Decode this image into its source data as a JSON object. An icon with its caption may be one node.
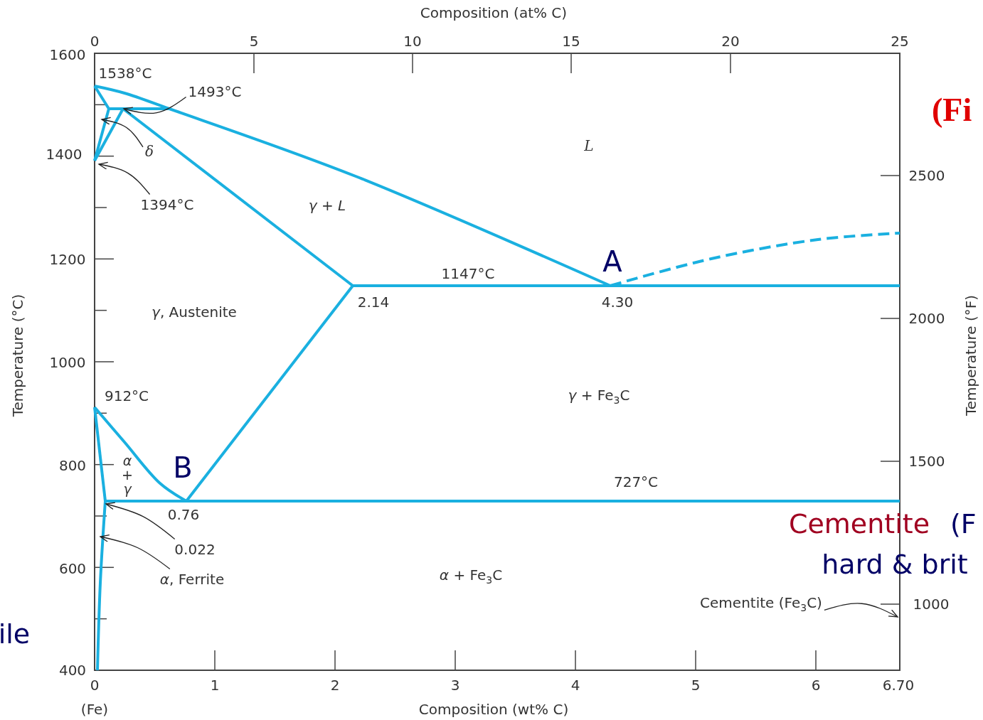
{
  "diagram": {
    "nodes": [
      {
        "text": [
          "1493°C"
        ]
      },
      {
        "text": [
          "δ"
        ]
      },
      {
        "text": [
          "1394°C"
        ]
      },
      {
        "text": [
          "0.022"
        ]
      },
      {
        "text": [
          "*α*, Ferrite"
        ]
      },
      {
        "text": [
          "Cementite (Fe$_{3}$C)"
        ]
      }
    ],
    "edges": [
      {
        "from": 0,
        "to": null,
        "arrow": "to"
      },
      {
        "from": 1,
        "to": null,
        "arrow": "to"
      },
      {
        "from": 2,
        "to": null,
        "arrow": "to"
      },
      {
        "from": 3,
        "to": null,
        "arrow": "to"
      },
      {
        "from": 4,
        "to": null,
        "arrow": "to"
      },
      {
        "from": 5,
        "to": null,
        "arrow": "to"
      }
    ],
    "labels": [
      "Composition (at% C)",
      "0",
      "5",
      "10",
      "15",
      "20",
      "25",
      "1600",
      "1538°C",
      "(Fi",
      "L",
      "1400",
      "2500",
      "*γ* + *L*",
      "1200",
      "A",
      "1147°C",
      "2.14",
      "4.30",
      "*γ*, Austenite",
      "2000",
      "Temperature (°C)",
      "Temperature (°F)",
      "1000",
      "912°C",
      "*γ* + Fe$_{3}$C",
      "800",
      "*α* + *γ*",
      "B",
      "1500",
      "727°C",
      "0.76",
      "Cementite",
      "(F",
      "600",
      "hard & brit",
      "*α* + Fe$_{3}$C",
      "ile",
      "1000",
      "400",
      "0",
      "1",
      "2",
      "3",
      "4",
      "5",
      "6",
      "6.70",
      "(Fe)",
      "Composition (wt% C)"
    ]
  }
}
